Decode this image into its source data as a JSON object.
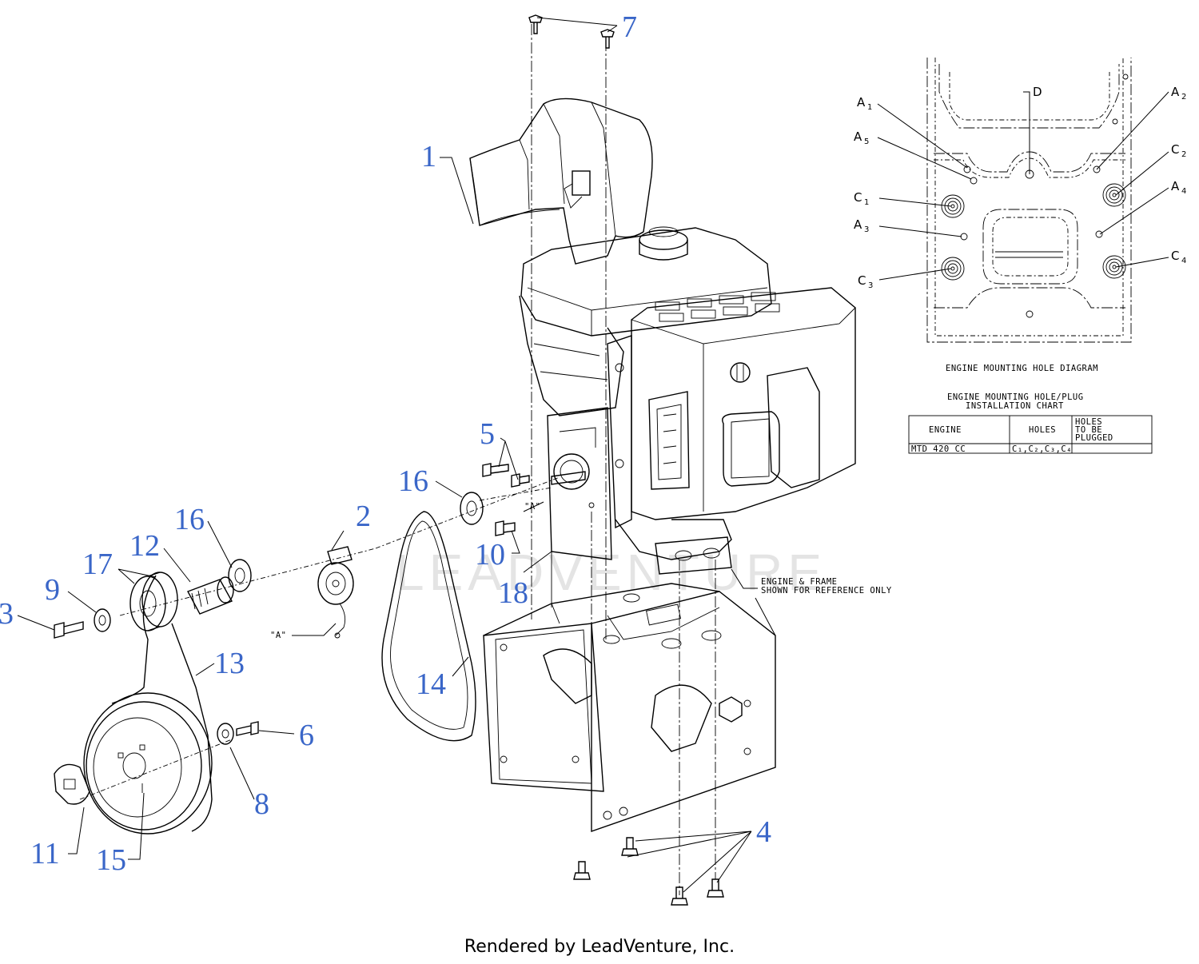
{
  "callouts": [
    {
      "id": "1",
      "label": "1"
    },
    {
      "id": "2",
      "label": "2"
    },
    {
      "id": "3",
      "label": "3"
    },
    {
      "id": "4",
      "label": "4"
    },
    {
      "id": "5",
      "label": "5"
    },
    {
      "id": "6",
      "label": "6"
    },
    {
      "id": "7",
      "label": "7"
    },
    {
      "id": "8",
      "label": "8"
    },
    {
      "id": "9",
      "label": "9"
    },
    {
      "id": "10",
      "label": "10"
    },
    {
      "id": "11",
      "label": "11"
    },
    {
      "id": "12",
      "label": "12"
    },
    {
      "id": "13",
      "label": "13"
    },
    {
      "id": "14",
      "label": "14"
    },
    {
      "id": "15",
      "label": "15"
    },
    {
      "id": "16a",
      "label": "16"
    },
    {
      "id": "16b",
      "label": "16"
    },
    {
      "id": "17",
      "label": "17"
    },
    {
      "id": "18",
      "label": "18"
    }
  ],
  "notes": {
    "ref_a_left": "\"A\"",
    "ref_a_right": "\"A\"",
    "engine_frame_line1": "ENGINE & FRAME",
    "engine_frame_line2": "SHOWN FOR REFERENCE ONLY"
  },
  "hole_diagram": {
    "title": "ENGINE MOUNTING HOLE DIAGRAM",
    "labels": {
      "A1": {
        "main": "A",
        "sub": "1"
      },
      "A2": {
        "main": "A",
        "sub": "2"
      },
      "A3": {
        "main": "A",
        "sub": "3"
      },
      "A4": {
        "main": "A",
        "sub": "4"
      },
      "A5": {
        "main": "A",
        "sub": "5"
      },
      "C1": {
        "main": "C",
        "sub": "1"
      },
      "C2": {
        "main": "C",
        "sub": "2"
      },
      "C3": {
        "main": "C",
        "sub": "3"
      },
      "C4": {
        "main": "C",
        "sub": "4"
      },
      "D": {
        "main": "D",
        "sub": ""
      }
    }
  },
  "install_chart": {
    "title_line1": "ENGINE MOUNTING HOLE/PLUG",
    "title_line2": "INSTALLATION CHART",
    "headers": {
      "engine": "ENGINE",
      "holes": "HOLES",
      "plugged1": "HOLES",
      "plugged2": "TO BE",
      "plugged3": "PLUGGED"
    },
    "rows": [
      {
        "engine": "MTD 420 CC",
        "holes": "C₁,C₂,C₃,C₄",
        "plugged": ""
      }
    ]
  },
  "watermark": "LEADVENTURE",
  "footer": "Rendered by LeadVenture, Inc."
}
